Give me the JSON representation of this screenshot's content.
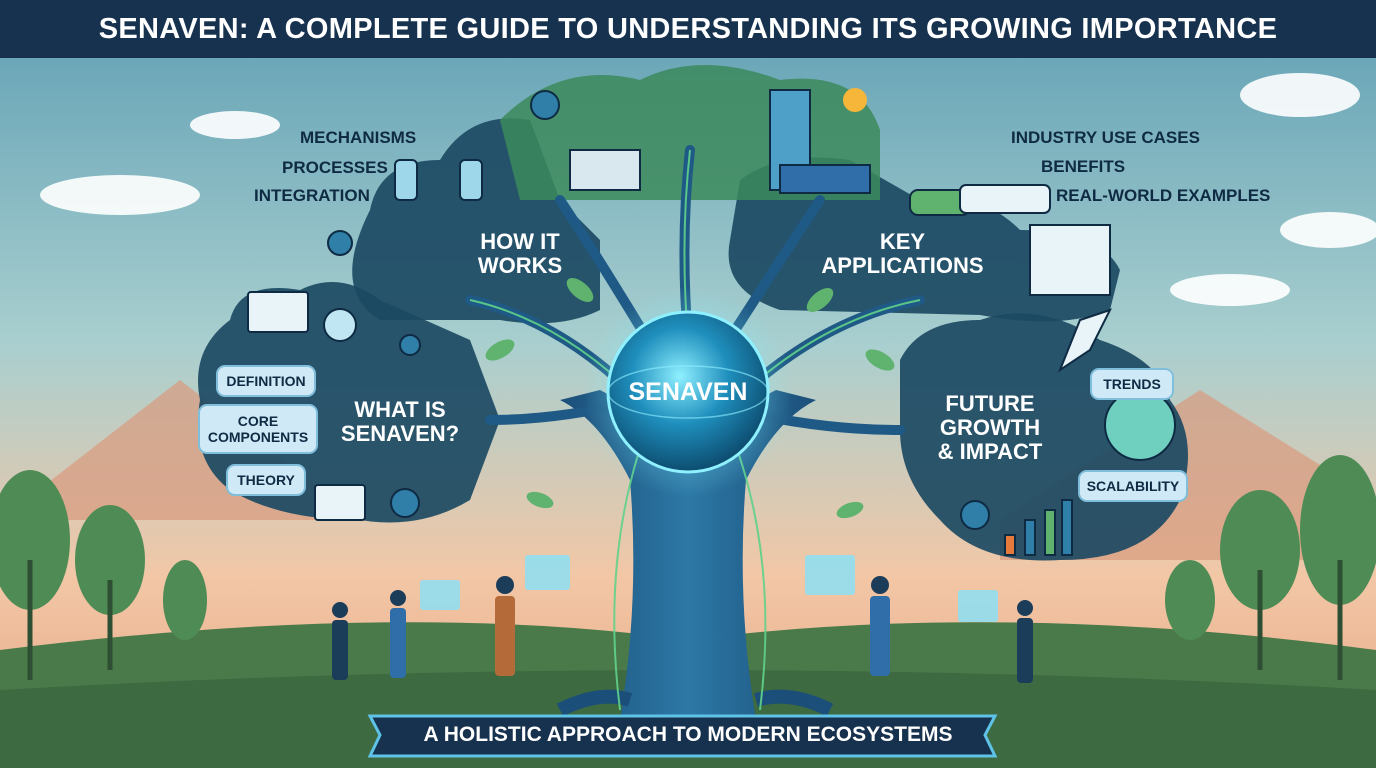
{
  "title": "SENAVEN: A COMPLETE GUIDE TO UNDERSTANDING ITS GROWING IMPORTANCE",
  "center": "SENAVEN",
  "branches": {
    "how_it_works": {
      "title": "HOW IT WORKS",
      "items": [
        "MECHANISMS",
        "PROCESSES",
        "INTEGRATION"
      ]
    },
    "key_applications": {
      "title": "KEY APPLICATIONS",
      "items": [
        "INDUSTRY USE CASES",
        "BENEFITS",
        "REAL-WORLD EXAMPLES"
      ]
    },
    "what_is": {
      "title": "WHAT IS SENAVEN?",
      "items": [
        "DEFINITION",
        "CORE COMPONENTS",
        "THEORY"
      ]
    },
    "future": {
      "title": "FUTURE GROWTH & IMPACT",
      "items": [
        "TRENDS",
        "SCALABILITY"
      ]
    }
  },
  "footer": "A HOLISTIC APPROACH TO MODERN ECOSYSTEMS",
  "colors": {
    "title_bar": "#17324e",
    "bubble": "#1c4a63",
    "core_glow": "#3fd1ff",
    "accent_green": "#5fd18a"
  }
}
